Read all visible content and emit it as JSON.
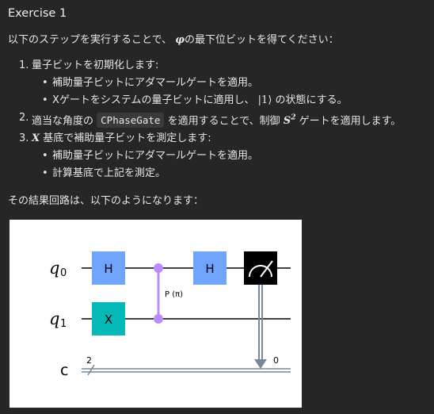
{
  "title": "Exercise 1",
  "intro": {
    "prefix": "以下のステップを実行することで、",
    "symbol": "φ",
    "suffix": "の最下位ビットを得てください："
  },
  "steps": [
    {
      "text": "量子ビットを初期化します:",
      "sub": [
        {
          "text": "補助量子ビットにアダマールゲートを適用。"
        },
        {
          "prefix": "Xゲートをシステムの量子ビットに適用し、",
          "math": "|1⟩",
          "suffix": "の状態にする。"
        }
      ]
    },
    {
      "prefix": "適当な角度の",
      "code": "CPhaseGate",
      "middle": "を適用することで、制御",
      "math_base": "S",
      "math_sup": "2",
      "suffix": "ゲートを適用します。"
    },
    {
      "math": "X",
      "suffix": "基底で補助量子ビットを測定します:",
      "sub": [
        {
          "text": "補助量子ビットにアダマールゲートを適用。"
        },
        {
          "text": "計算基底で上記を測定。"
        }
      ]
    }
  ],
  "result_text": "その結果回路は、以下のようになります：",
  "circuit": {
    "wires": {
      "q0": {
        "base": "q",
        "sub": "0"
      },
      "q1": {
        "base": "q",
        "sub": "1"
      },
      "c": {
        "base": "c",
        "width": "2"
      }
    },
    "gates": {
      "h_first": "H",
      "x": "X",
      "cphase": "P (π)",
      "h_second": "H"
    },
    "measure_bit": "0",
    "colors": {
      "h_gate": "#6fa4ff",
      "x_gate": "#05bab6",
      "cphase": "#bb8bff",
      "measure": "#000000",
      "classical_wire": "#778899"
    }
  }
}
